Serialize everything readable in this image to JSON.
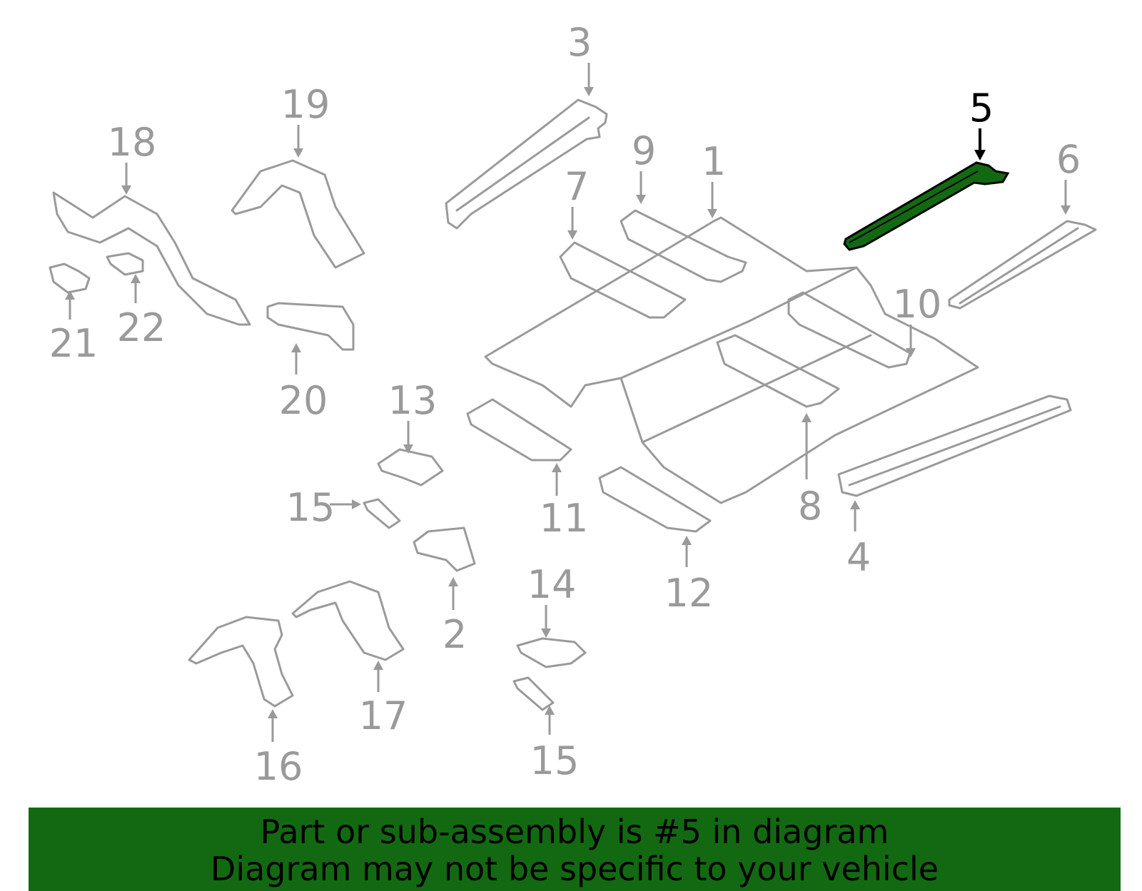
{
  "diagram": {
    "highlighted_part": "5",
    "highlight_color": "#136912",
    "labels": [
      "1",
      "2",
      "3",
      "4",
      "5",
      "6",
      "7",
      "8",
      "9",
      "10",
      "11",
      "12",
      "13",
      "14",
      "15",
      "15",
      "16",
      "17",
      "18",
      "19",
      "20",
      "21",
      "22"
    ]
  },
  "banner": {
    "line1": "Part or sub-assembly is #5 in diagram",
    "line2": "Diagram may not be specific to your vehicle",
    "background": "#136912"
  }
}
